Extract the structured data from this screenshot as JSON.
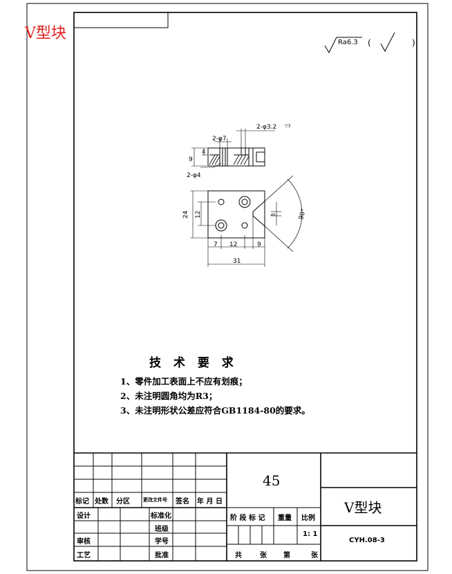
{
  "sheet_title": "V型块",
  "roughness": {
    "symbol_value": "Ra6.3",
    "open_paren": "(",
    "close_paren": ")"
  },
  "dimensions": {
    "top_hole_spec": "2-φ3.2",
    "top_hole_depth": "▽3",
    "counterbore": "2-φ7",
    "side_hole": "2-φ4",
    "height_9": "9",
    "height_4": "4",
    "height_24": "24",
    "height_12": "12",
    "v_width": "5",
    "w7": "7",
    "w12": "12",
    "w9": "9",
    "total_31": "31",
    "angle": "90°"
  },
  "technical_requirements": {
    "title": "技 术 要 求",
    "items": [
      "1、零件加工表面上不应有划痕；",
      "2、未注明圆角均为R3；",
      "3、未注明形状公差应符合GB1184-80的要求。"
    ]
  },
  "title_block": {
    "material": "45",
    "part_name": "V型块",
    "drawing_no": "CYH.08-3",
    "scale": "1: 1",
    "change_header": [
      "标记",
      "处数",
      "分区",
      "更改文件号",
      "签名",
      "年 月 日"
    ],
    "design": "设计",
    "standardize": "标准化",
    "class": "班级",
    "review": "审核",
    "student_no": "学号",
    "process": "工艺",
    "approve": "批准",
    "stage_mark": "阶 段 标 记",
    "weight": "重量",
    "scale_label": "比例",
    "total": "共",
    "sheets1": "张",
    "number": "第",
    "sheets2": "张"
  }
}
